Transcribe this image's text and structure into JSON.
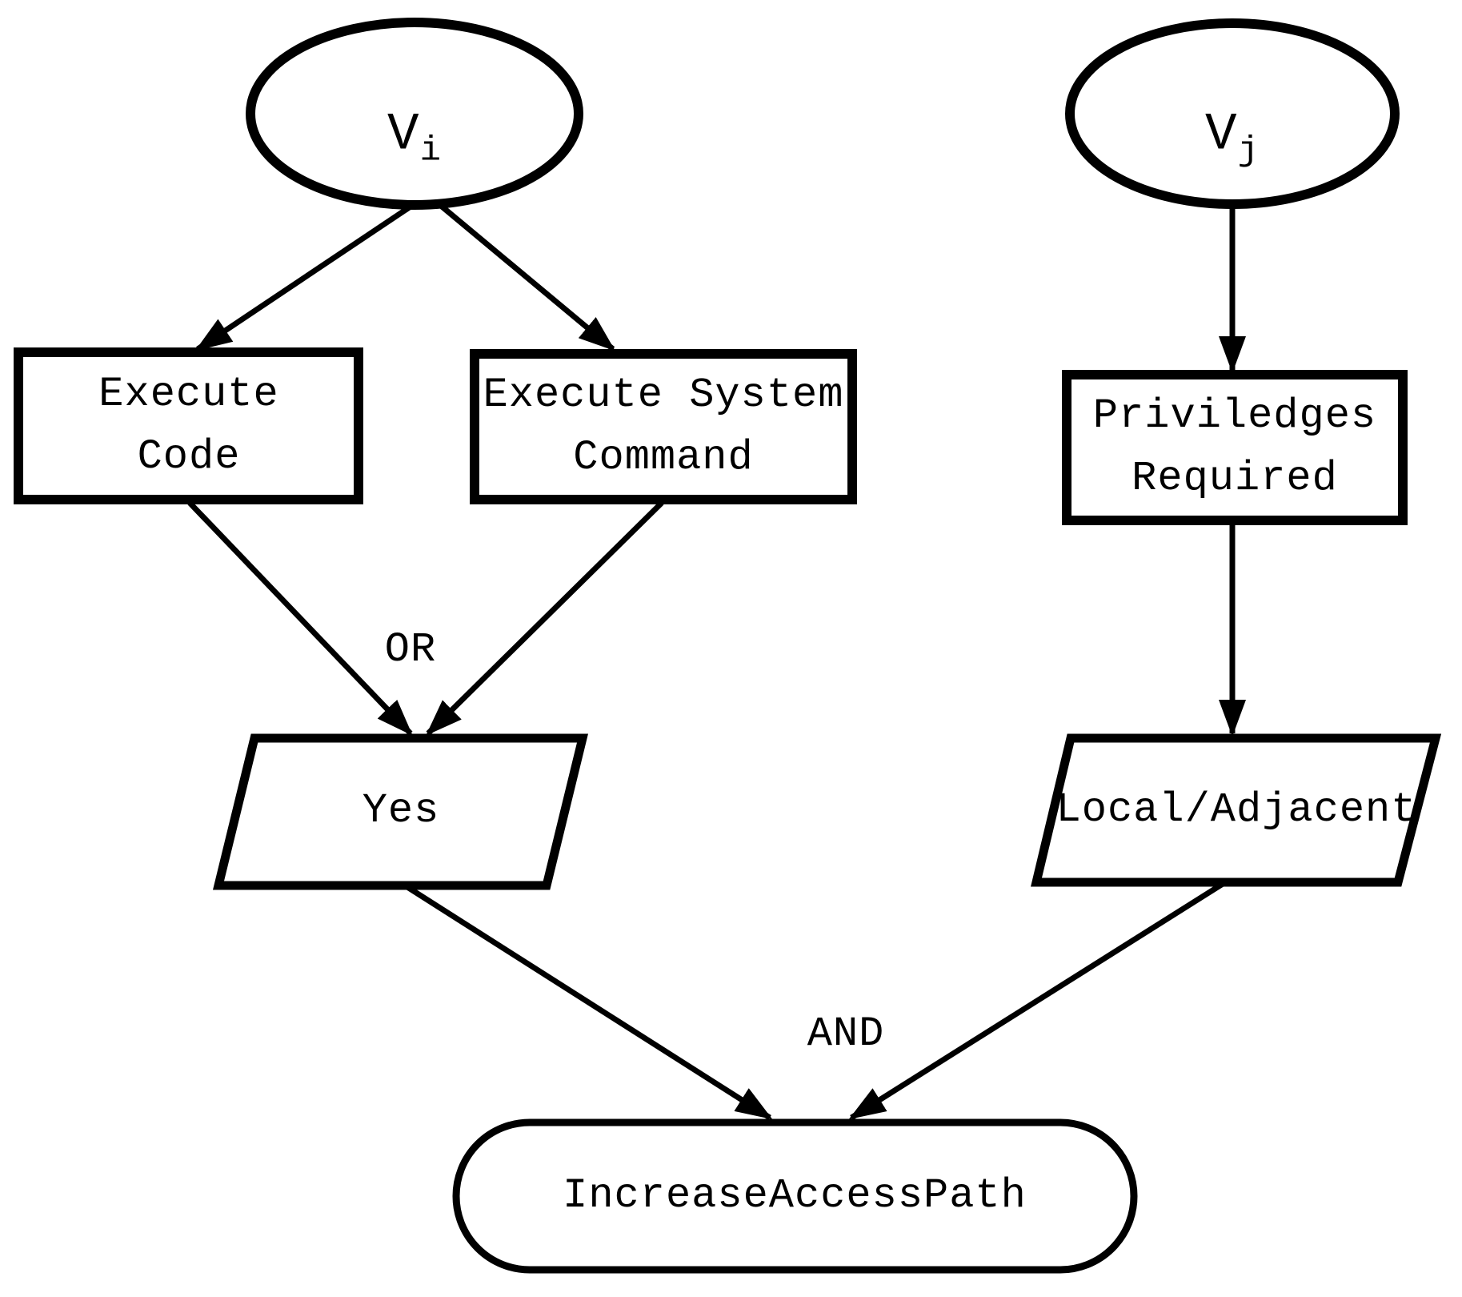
{
  "diagram": {
    "kind": "flowchart",
    "colors": {
      "stroke": "#000000",
      "node_fill": "#ffffff",
      "background": "#ffffff"
    },
    "nodes": {
      "vi": {
        "base": "V",
        "sub": "i",
        "shape": "ellipse"
      },
      "vj": {
        "base": "V",
        "sub": "j",
        "shape": "ellipse"
      },
      "execute_code": {
        "label": "Execute\nCode",
        "shape": "rectangle"
      },
      "execute_system_command": {
        "label": "Execute System\nCommand",
        "shape": "rectangle"
      },
      "priviledges_required": {
        "label": "Priviledges\nRequired",
        "shape": "rectangle"
      },
      "yes": {
        "label": "Yes",
        "shape": "parallelogram"
      },
      "local_adjacent": {
        "label": "Local/Adjacent",
        "shape": "parallelogram"
      },
      "increase_access_path": {
        "label": "IncreaseAccessPath",
        "shape": "rounded-rectangle"
      }
    },
    "operators": {
      "or": "OR",
      "and": "AND"
    },
    "edges": [
      {
        "from": "Vi",
        "to": "Execute Code"
      },
      {
        "from": "Vi",
        "to": "Execute System Command"
      },
      {
        "from": "Execute Code",
        "to": "Yes",
        "junction": "OR"
      },
      {
        "from": "Execute System Command",
        "to": "Yes",
        "junction": "OR"
      },
      {
        "from": "Vj",
        "to": "Priviledges Required"
      },
      {
        "from": "Priviledges Required",
        "to": "Local/Adjacent"
      },
      {
        "from": "Yes",
        "to": "IncreaseAccessPath",
        "junction": "AND"
      },
      {
        "from": "Local/Adjacent",
        "to": "IncreaseAccessPath",
        "junction": "AND"
      }
    ]
  }
}
